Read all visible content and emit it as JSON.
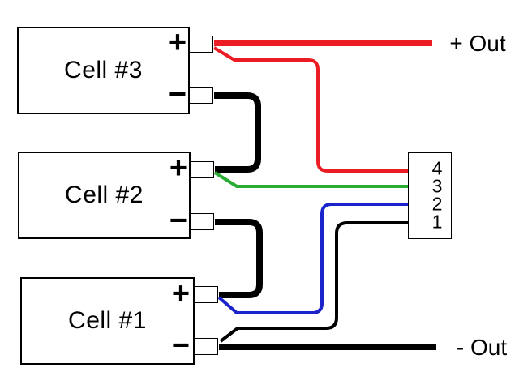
{
  "cells": [
    {
      "label": "Cell #3",
      "plus": "+",
      "minus": "−"
    },
    {
      "label": "Cell #2",
      "plus": "+",
      "minus": "−"
    },
    {
      "label": "Cell #1",
      "plus": "+",
      "minus": "−"
    }
  ],
  "outputs": {
    "positive": "+ Out",
    "negative": "- Out"
  },
  "connector": {
    "pins": [
      "4",
      "3",
      "2",
      "1"
    ]
  },
  "colors": {
    "wire_red": "#ec1c24",
    "wire_green": "#2aab33",
    "wire_blue": "#1b24cb",
    "wire_black": "#000000",
    "outline": "#000000",
    "background": "#ffffff"
  },
  "connections": [
    {
      "wire": "red thick",
      "from": "Cell #3 +",
      "to": "+ Out"
    },
    {
      "wire": "red thin",
      "from": "Cell #3 +",
      "to": "connector pin 4"
    },
    {
      "wire": "black thick",
      "from": "Cell #3 −",
      "to": "Cell #2 +"
    },
    {
      "wire": "green",
      "from": "Cell #2 +",
      "to": "connector pin 3"
    },
    {
      "wire": "black thick",
      "from": "Cell #2 −",
      "to": "Cell #1 +"
    },
    {
      "wire": "blue",
      "from": "Cell #1 +",
      "to": "connector pin 2"
    },
    {
      "wire": "black thin",
      "from": "Cell #1 −",
      "to": "connector pin 1"
    },
    {
      "wire": "black thick",
      "from": "Cell #1 −",
      "to": "- Out"
    }
  ]
}
